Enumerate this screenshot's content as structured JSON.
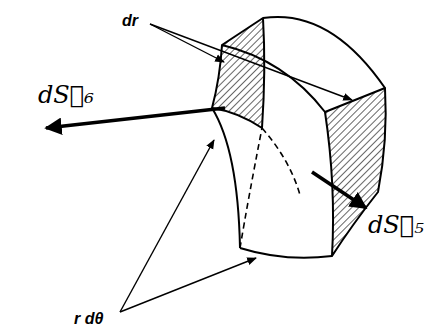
{
  "diagram": {
    "labels": [
      "dr",
      "dS⃗₆",
      "dS⃗₅",
      "r dθ"
    ]
  }
}
